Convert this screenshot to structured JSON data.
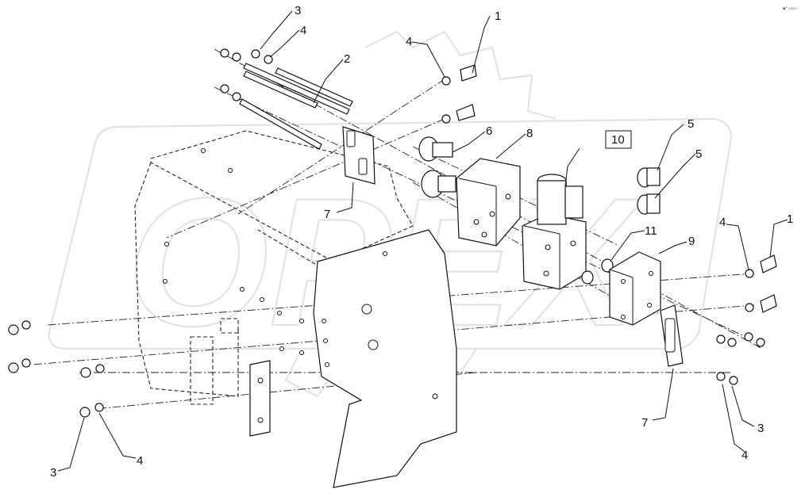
{
  "callouts": [
    "1",
    "1",
    "2",
    "3",
    "3",
    "3",
    "4",
    "4",
    "4",
    "4",
    "4",
    "5",
    "5",
    "6",
    "7",
    "7",
    "8",
    "9",
    "10",
    "11"
  ],
  "watermark": {
    "text": "OPEX"
  },
  "corner_mark": "▪° ▫▫▫"
}
